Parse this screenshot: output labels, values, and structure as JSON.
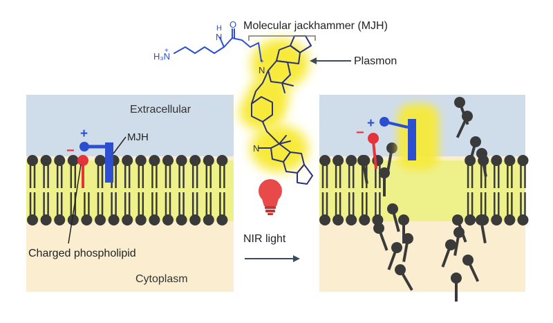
{
  "labels": {
    "molecule_title": "Molecular jackhammer (MJH)",
    "plasmon": "Plasmon",
    "extracellular": "Extracellular",
    "mjh": "MJH",
    "charged_phospholipid": "Charged phospholipid",
    "nir_light": "NIR light",
    "cytoplasm": "Cytoplasm",
    "plus": "+",
    "minus": "−",
    "amine": "H₃N",
    "amide_n": "N",
    "amide_h": "H",
    "amide_o": "O",
    "ring_n1": "N",
    "ring_n2": "N",
    "charge_plus": "+"
  },
  "colors": {
    "extracellular_bg": "#cfdcea",
    "cytoplasm_bg": "#fbeed0",
    "membrane_core": "#eef08a",
    "lipid_head": "#3a3a3a",
    "positive": "#2b4fd0",
    "negative": "#e4333a",
    "glow": "#f7ea3a",
    "molecule_outline": "#2a2f7a",
    "bulb": "#e84a4a"
  },
  "icons": {
    "bulb": "light-bulb-icon",
    "arrow": "right-arrow-icon"
  }
}
